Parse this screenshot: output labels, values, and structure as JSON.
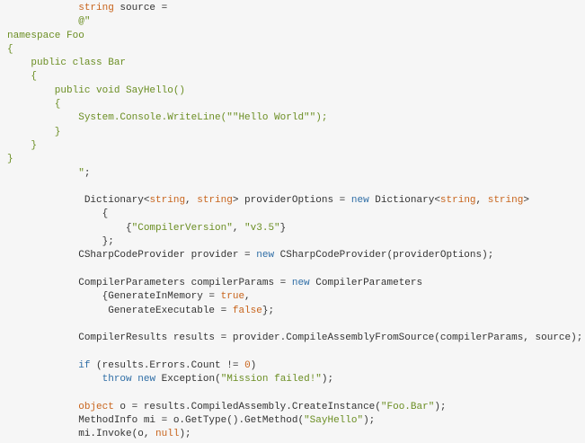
{
  "colors": {
    "keyword": "#c8641c",
    "control": "#2f6ea6",
    "string": "#6b8e23",
    "text": "#333333",
    "background": "#f6f6f6"
  },
  "lines": [
    [
      {
        "t": "            "
      },
      {
        "t": "string",
        "c": "kw"
      },
      {
        "t": " source ="
      }
    ],
    [
      {
        "t": "            "
      },
      {
        "t": "@\"",
        "c": "st"
      }
    ],
    [
      {
        "t": "namespace Foo",
        "c": "st"
      }
    ],
    [
      {
        "t": "{",
        "c": "st"
      }
    ],
    [
      {
        "t": "    public class Bar",
        "c": "st"
      }
    ],
    [
      {
        "t": "    {",
        "c": "st"
      }
    ],
    [
      {
        "t": "        public void SayHello()",
        "c": "st"
      }
    ],
    [
      {
        "t": "        {",
        "c": "st"
      }
    ],
    [
      {
        "t": "            System.Console.WriteLine(\"\"Hello World\"\");",
        "c": "st"
      }
    ],
    [
      {
        "t": "        }",
        "c": "st"
      }
    ],
    [
      {
        "t": "    }",
        "c": "st"
      }
    ],
    [
      {
        "t": "}",
        "c": "st"
      }
    ],
    [
      {
        "t": "            "
      },
      {
        "t": "\"",
        "c": "st"
      },
      {
        "t": ";"
      }
    ],
    [],
    [
      {
        "t": "             Dictionary<"
      },
      {
        "t": "string",
        "c": "kw"
      },
      {
        "t": ", "
      },
      {
        "t": "string",
        "c": "kw"
      },
      {
        "t": "> providerOptions = "
      },
      {
        "t": "new",
        "c": "bl"
      },
      {
        "t": " Dictionary<"
      },
      {
        "t": "string",
        "c": "kw"
      },
      {
        "t": ", "
      },
      {
        "t": "string",
        "c": "kw"
      },
      {
        "t": ">"
      }
    ],
    [
      {
        "t": "                {"
      }
    ],
    [
      {
        "t": "                    {"
      },
      {
        "t": "\"CompilerVersion\"",
        "c": "st"
      },
      {
        "t": ", "
      },
      {
        "t": "\"v3.5\"",
        "c": "st"
      },
      {
        "t": "}"
      }
    ],
    [
      {
        "t": "                };"
      }
    ],
    [
      {
        "t": "            CSharpCodeProvider provider = "
      },
      {
        "t": "new",
        "c": "bl"
      },
      {
        "t": " CSharpCodeProvider(providerOptions);"
      }
    ],
    [],
    [
      {
        "t": "            CompilerParameters compilerParams = "
      },
      {
        "t": "new",
        "c": "bl"
      },
      {
        "t": " CompilerParameters"
      }
    ],
    [
      {
        "t": "                {GenerateInMemory = "
      },
      {
        "t": "true",
        "c": "kw"
      },
      {
        "t": ","
      }
    ],
    [
      {
        "t": "                 GenerateExecutable = "
      },
      {
        "t": "false",
        "c": "kw"
      },
      {
        "t": "};"
      }
    ],
    [],
    [
      {
        "t": "            CompilerResults results = provider.CompileAssemblyFromSource(compilerParams, source);"
      }
    ],
    [],
    [
      {
        "t": "            "
      },
      {
        "t": "if",
        "c": "bl"
      },
      {
        "t": " (results.Errors.Count != "
      },
      {
        "t": "0",
        "c": "nm"
      },
      {
        "t": ")"
      }
    ],
    [
      {
        "t": "                "
      },
      {
        "t": "throw",
        "c": "bl"
      },
      {
        "t": " "
      },
      {
        "t": "new",
        "c": "bl"
      },
      {
        "t": " Exception("
      },
      {
        "t": "\"Mission failed!\"",
        "c": "st"
      },
      {
        "t": ");"
      }
    ],
    [],
    [
      {
        "t": "            "
      },
      {
        "t": "object",
        "c": "kw"
      },
      {
        "t": " o = results.CompiledAssembly.CreateInstance("
      },
      {
        "t": "\"Foo.Bar\"",
        "c": "st"
      },
      {
        "t": ");"
      }
    ],
    [
      {
        "t": "            MethodInfo mi = o.GetType().GetMethod("
      },
      {
        "t": "\"SayHello\"",
        "c": "st"
      },
      {
        "t": ");"
      }
    ],
    [
      {
        "t": "            mi.Invoke(o, "
      },
      {
        "t": "null",
        "c": "kw"
      },
      {
        "t": ");"
      }
    ]
  ]
}
